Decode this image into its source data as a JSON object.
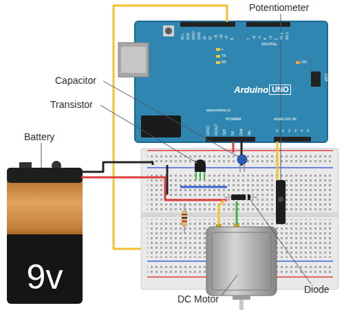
{
  "diagram": {
    "nodes": [
      {
        "text": [
          "Arduino",
          "UNO"
        ]
      },
      {
        "text": [
          "9v"
        ]
      }
    ],
    "labels": [
      "Potentiometer",
      "Capacitor",
      "Transistor",
      "Battery",
      "DC Motor",
      "Diode",
      "DIGITAL",
      "L",
      "TX",
      "RX",
      "ON",
      "ICSP",
      "www.arduino.cc",
      "POWER",
      "ANALOG IN",
      "0",
      "1",
      "2",
      "3",
      "4",
      "5",
      "IOREF",
      "RESET",
      "3V3",
      "5V",
      "Gnd",
      "Vin",
      "SCL",
      "SDA",
      "AREF",
      "GND",
      "13",
      "12",
      "~11",
      "~10",
      "~9",
      "8",
      "7",
      "~6",
      "~5",
      "4",
      "~3",
      "2",
      "TX 1",
      "RX 0"
    ]
  }
}
